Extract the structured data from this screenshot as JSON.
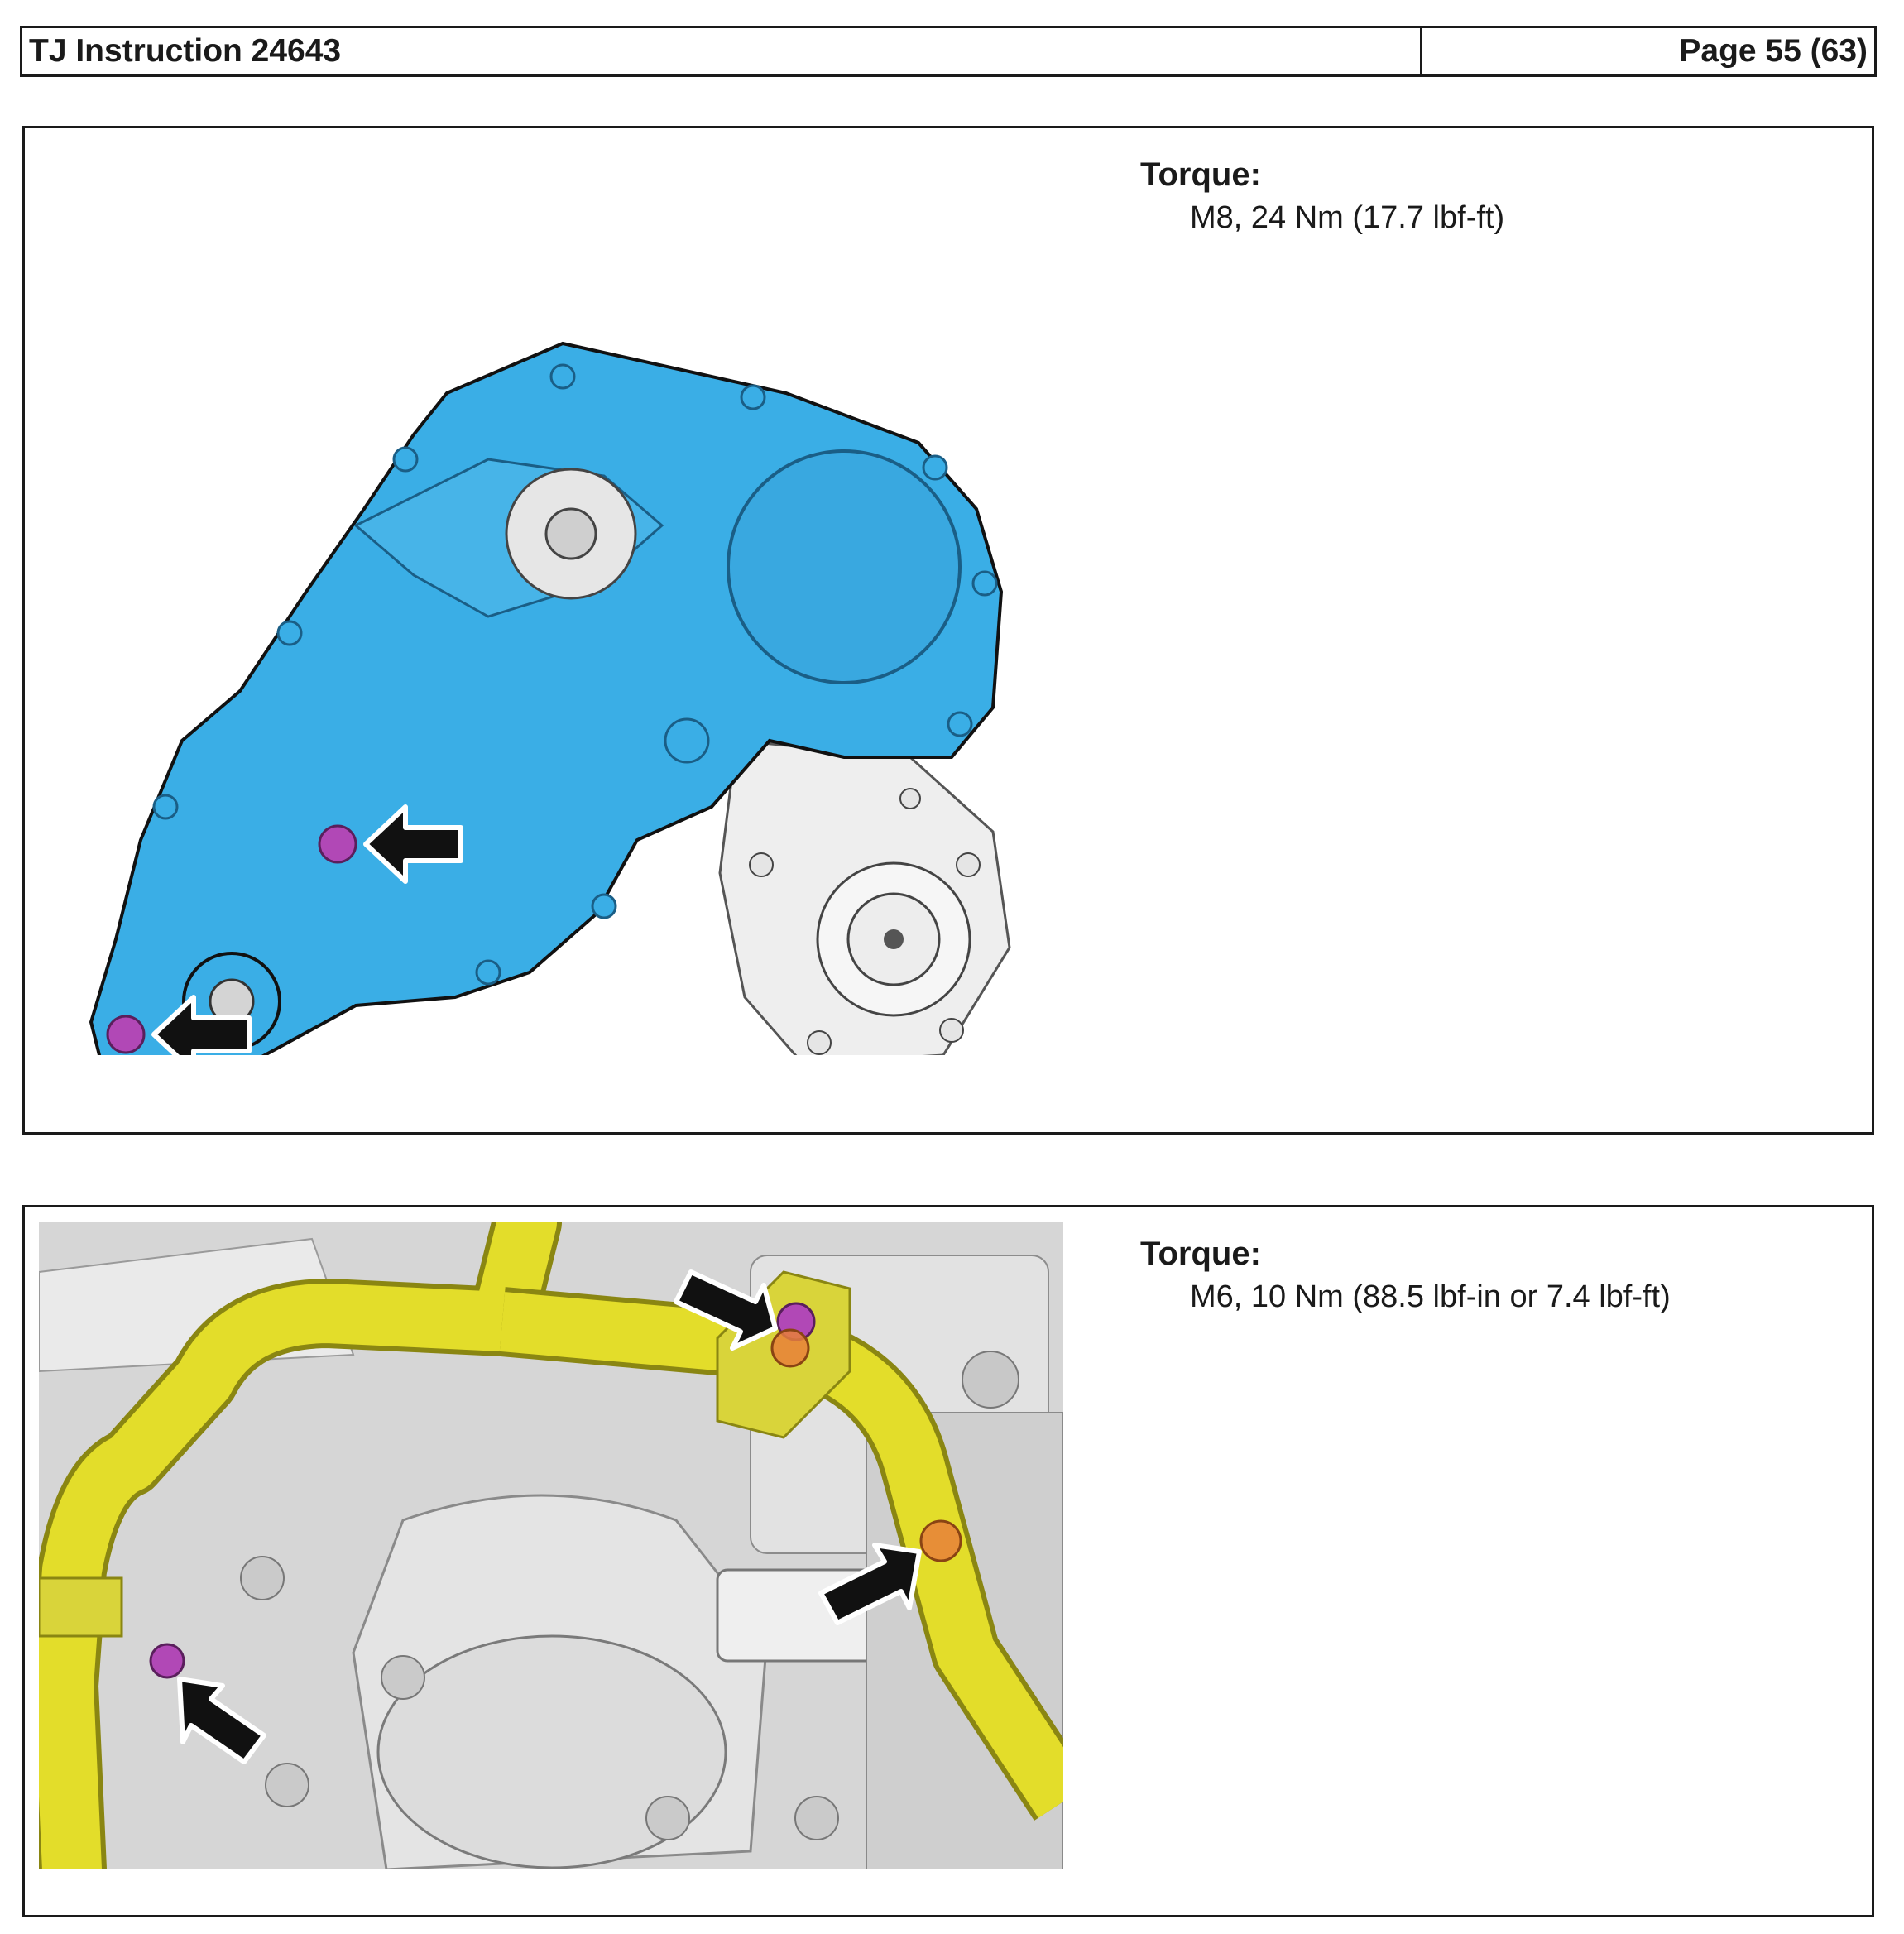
{
  "header": {
    "title": "TJ Instruction 24643",
    "page": "Page 55 (63)"
  },
  "steps": [
    {
      "torque_label": "Torque:",
      "torque_spec": "M8, 24 Nm (17.7 lbf-ft)",
      "illustration": "transfer-case-cover",
      "colors": {
        "part": "#3aaee6",
        "bolt": "#b148b6",
        "arrow": "#111111"
      }
    },
    {
      "torque_label": "Torque:",
      "torque_spec": "M6, 10 Nm (88.5 lbf-in or 7.4 lbf-ft)",
      "illustration": "wiring-harness-bracket",
      "colors": {
        "part": "#e6e02a",
        "bolt": "#b148b6",
        "nut": "#e8803a",
        "arrow": "#111111"
      }
    }
  ]
}
